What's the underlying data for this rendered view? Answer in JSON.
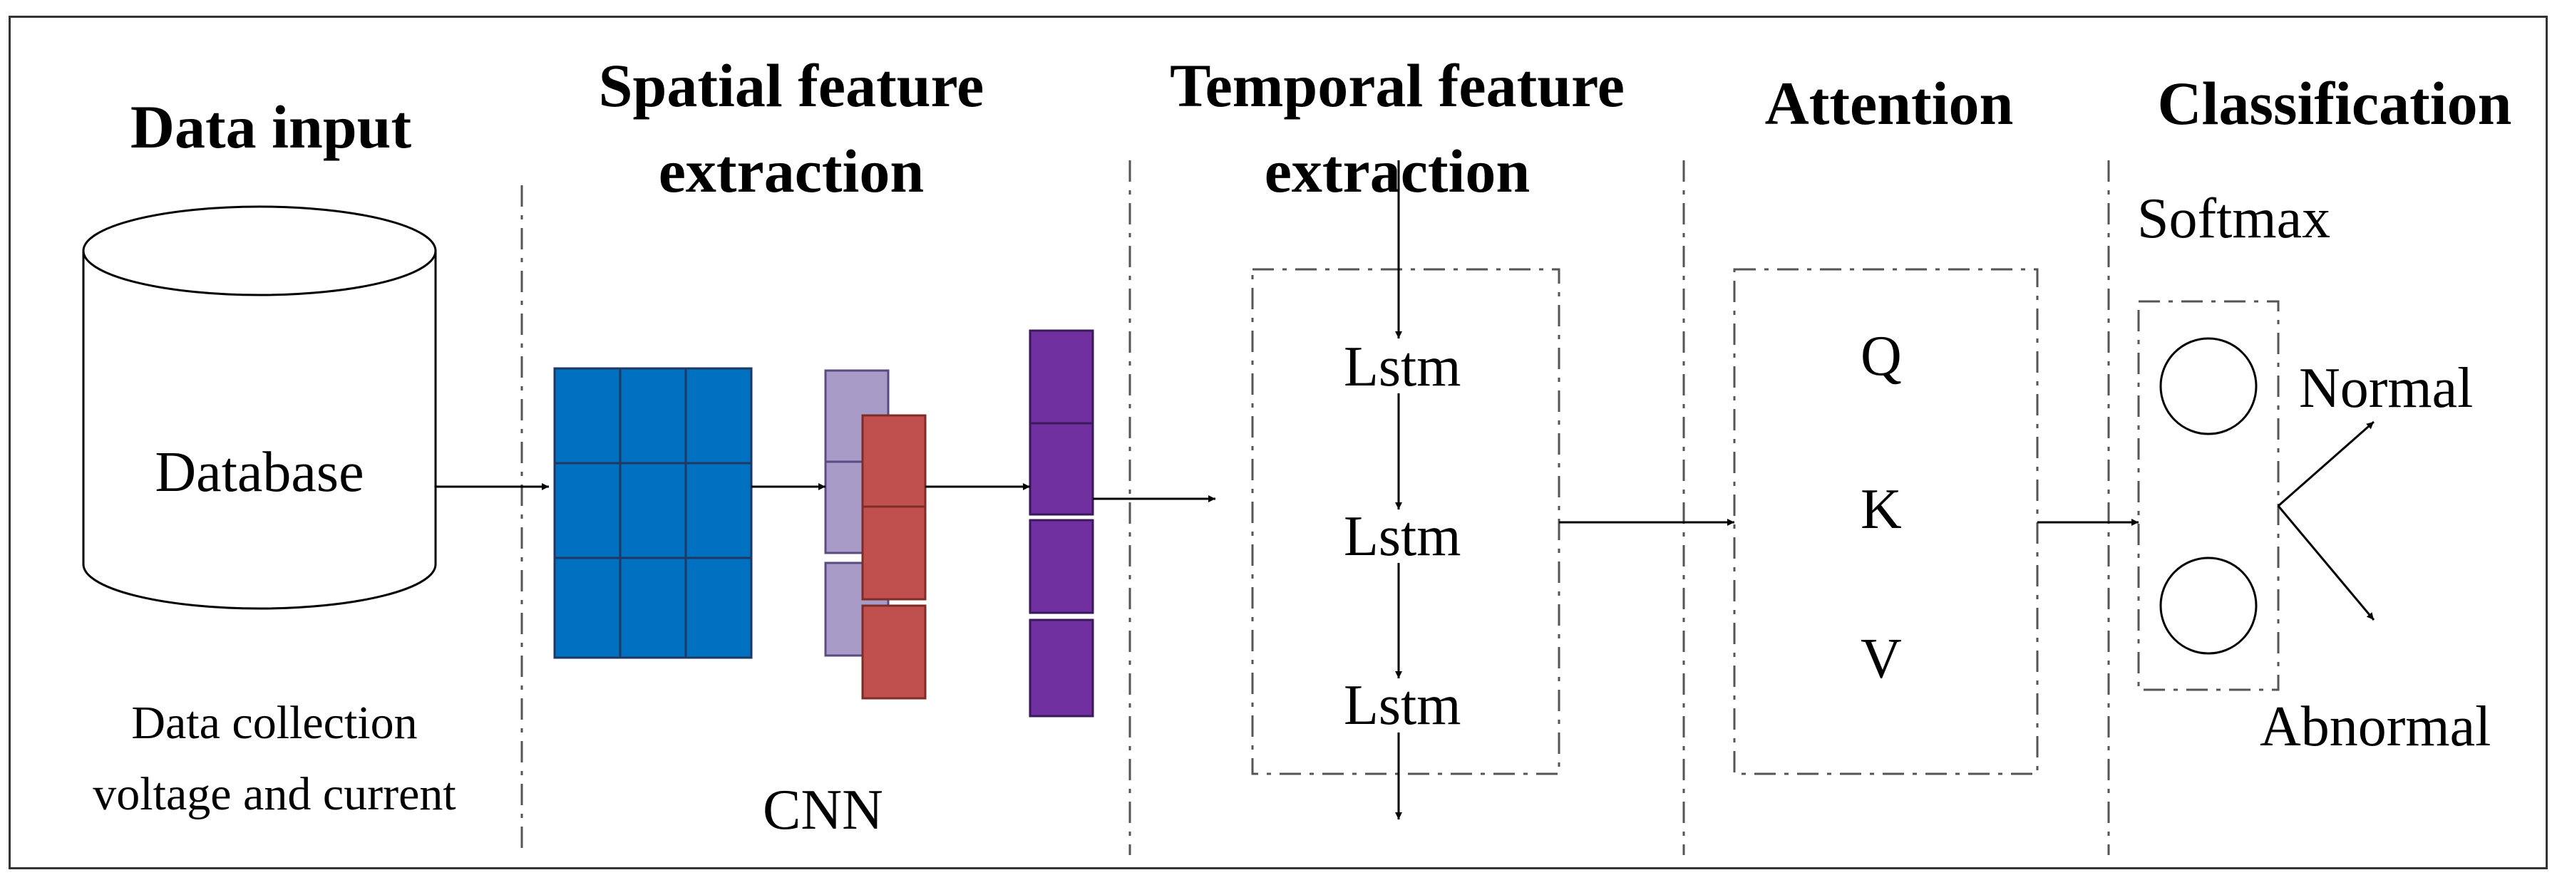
{
  "sections": {
    "data_input": {
      "title": "Data input"
    },
    "spatial": {
      "title_line1": "Spatial feature",
      "title_line2": "extraction"
    },
    "temporal": {
      "title_line1": "Temporal feature",
      "title_line2": "extraction"
    },
    "attention": {
      "title": "Attention"
    },
    "classification": {
      "title": "Classification"
    }
  },
  "database": {
    "label": "Database",
    "caption_line1": "Data collection",
    "caption_line2": "voltage and current"
  },
  "cnn": {
    "label": "CNN"
  },
  "lstm": {
    "cells": [
      "Lstm",
      "Lstm",
      "Lstm"
    ]
  },
  "attention_block": {
    "q": "Q",
    "k": "K",
    "v": "V"
  },
  "classifier": {
    "softmax": "Softmax",
    "normal": "Normal",
    "abnormal": "Abnormal"
  },
  "colors": {
    "blue": "#0070c0",
    "lavender": "#a99bc7",
    "red": "#c0504d",
    "purple": "#7030a0"
  }
}
